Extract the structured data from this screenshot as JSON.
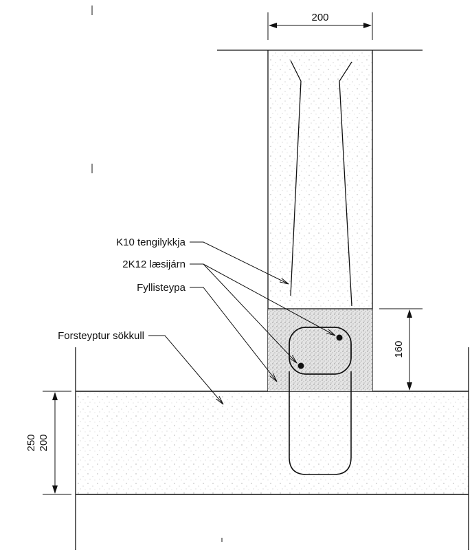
{
  "labels": {
    "tie": "K10 tengilykkja",
    "lock_bars": "2K12 læsijárn",
    "fill_concrete": "Fyllisteypa",
    "footing": "Forsteyptur sökkull"
  },
  "dimensions": {
    "wall_width": "200",
    "fill_height": "160",
    "footing_height_total": "250",
    "footing_height_inner": "200"
  },
  "colors": {
    "line": "#111111",
    "concrete_fill": "#dcdcdc"
  }
}
